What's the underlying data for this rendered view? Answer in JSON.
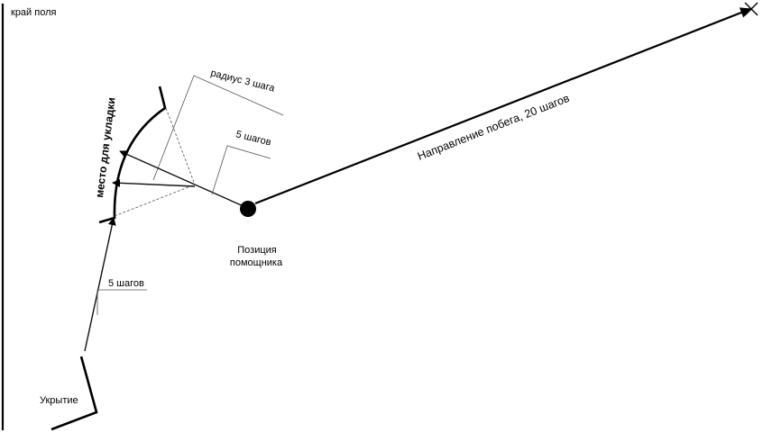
{
  "labels": {
    "field_edge": "край поля",
    "radius": "радиус 3 шага",
    "steps_upper": "5 шагов",
    "direction": "Направление побега, 20 шагов",
    "placement_place": "место для укладки",
    "helper_line1": "Позиция",
    "helper_line2": "помощника",
    "steps_lower": "5 шагов",
    "cover": "Укрытие"
  },
  "colors": {
    "ink": "#000000",
    "guide": "#555555",
    "background": "#ffffff"
  }
}
